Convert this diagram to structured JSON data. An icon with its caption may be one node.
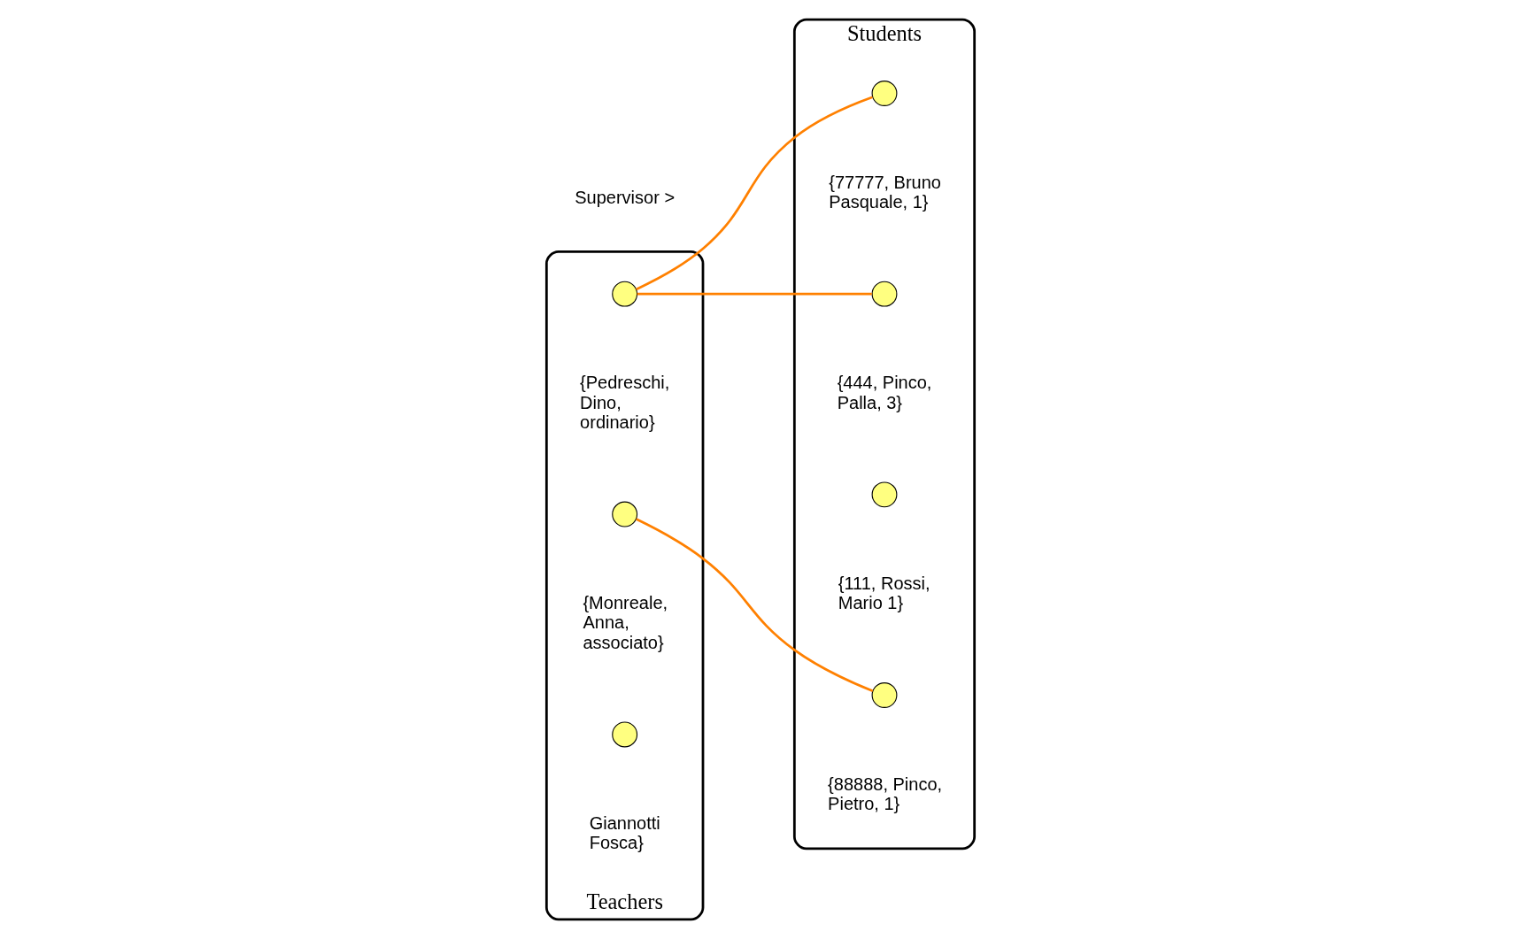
{
  "diagram": {
    "nodes": [
      {
        "text": [
          "Teachers"
        ]
      },
      {
        "text": [
          "Students"
        ]
      },
      {
        "text": [],
        "shape": "circle",
        "in": 0,
        "beside": [
          "{Pedreschi, Dino, ordinario}"
        ]
      },
      {
        "text": [],
        "shape": "circle",
        "in": 0,
        "beside": [
          "{Monreale, Anna, associato}"
        ]
      },
      {
        "text": [],
        "shape": "circle",
        "in": 0,
        "beside": [
          "Giannotti Fosca}"
        ]
      },
      {
        "text": [],
        "shape": "circle",
        "in": 1,
        "beside": [
          "{77777, Bruno Pasquale, 1}"
        ]
      },
      {
        "text": [],
        "shape": "circle",
        "in": 1,
        "beside": [
          "{444, Pinco, Palla, 3}"
        ]
      },
      {
        "text": [],
        "shape": "circle",
        "in": 1,
        "beside": [
          "{111, Rossi, Mario 1}"
        ]
      },
      {
        "text": [],
        "shape": "circle",
        "in": 1,
        "beside": [
          "{88888, Pinco, Pietro, 1}"
        ]
      }
    ],
    "edges": [
      {
        "from": 2,
        "to": 5,
        "arrow": "none",
        "color": "#ff8000"
      },
      {
        "from": 2,
        "to": 6,
        "arrow": "none",
        "color": "#ff8000"
      },
      {
        "from": 3,
        "to": 8,
        "arrow": "none",
        "color": "#ff8000"
      }
    ],
    "labels": [
      "Supervisor >"
    ]
  }
}
